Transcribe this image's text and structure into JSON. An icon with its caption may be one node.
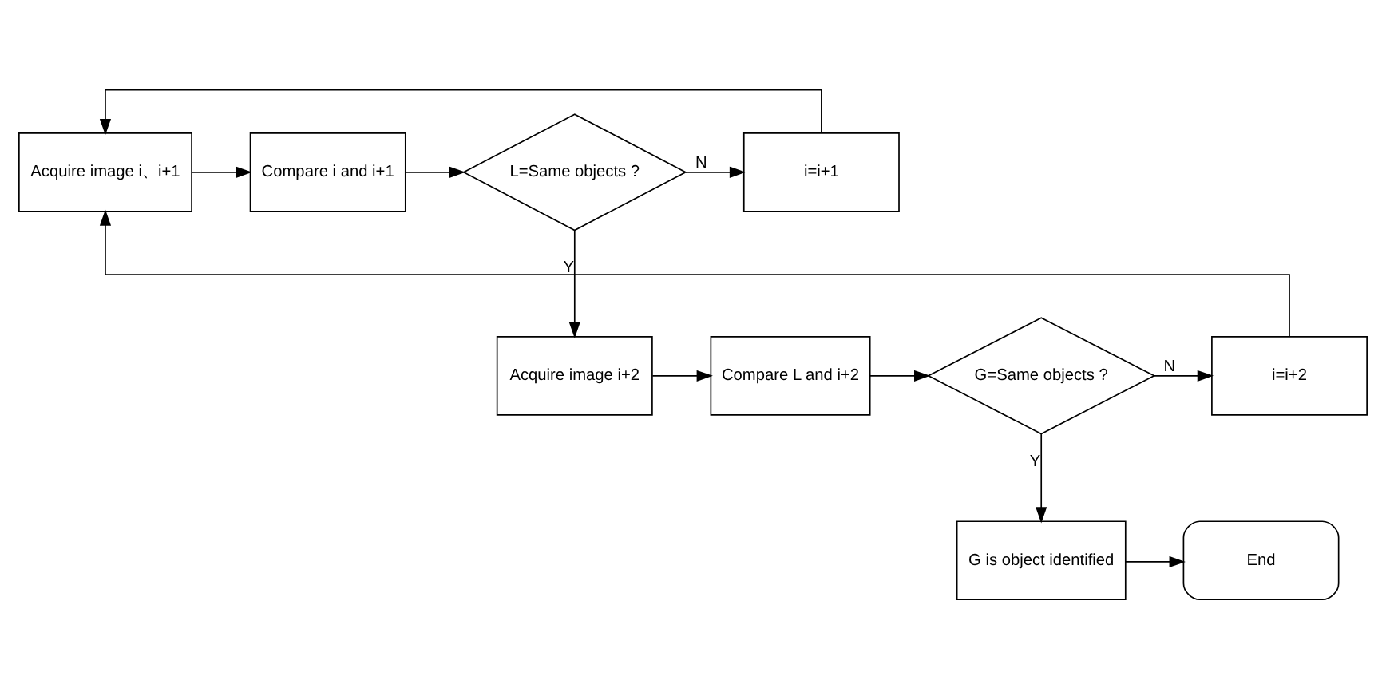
{
  "diagram": {
    "nodes": [
      {
        "text": [
          "Acquire image i、i+1"
        ]
      },
      {
        "text": [
          "Compare i and i+1"
        ]
      },
      {
        "text": [
          "L=Same objects ?"
        ]
      },
      {
        "text": [
          "i=i+1"
        ]
      },
      {
        "text": [
          "i=i+2"
        ]
      },
      {
        "text": [
          "G=Same objects ?"
        ]
      },
      {
        "text": [
          "Compare L and i+2"
        ]
      },
      {
        "text": [
          "Acquire image i+2"
        ]
      },
      {
        "text": [
          "G is object identified"
        ]
      },
      {
        "text": [
          "End"
        ]
      }
    ],
    "edges": [
      {
        "from": 0,
        "to": 1,
        "arrow": "to"
      },
      {
        "from": 1,
        "to": 2,
        "arrow": "to"
      },
      {
        "from": 2,
        "to": 3,
        "arrow": "to",
        "label": "N"
      },
      {
        "from": 3,
        "to": 0,
        "arrow": "to"
      },
      {
        "from": 2,
        "to": 7,
        "arrow": "to",
        "label": "Y"
      },
      {
        "from": 7,
        "to": 6,
        "arrow": "to"
      },
      {
        "from": 6,
        "to": 5,
        "arrow": "to"
      },
      {
        "from": 5,
        "to": 4,
        "arrow": "to",
        "label": "N"
      },
      {
        "from": 4,
        "to": 0,
        "arrow": "to"
      },
      {
        "from": 5,
        "to": 8,
        "arrow": "to",
        "label": "Y"
      },
      {
        "from": 8,
        "to": 9,
        "arrow": "to"
      }
    ]
  }
}
